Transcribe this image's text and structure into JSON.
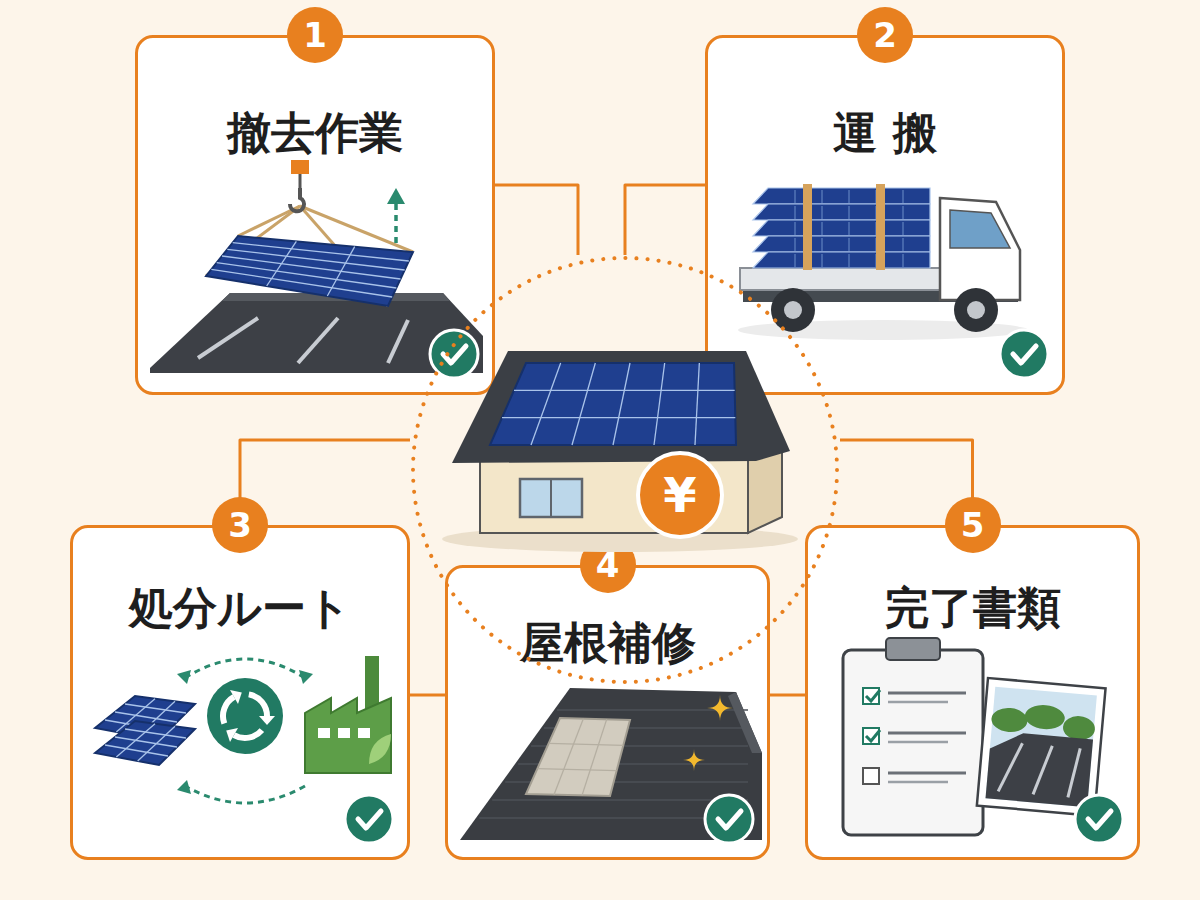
{
  "diagram": {
    "nodes": [
      {
        "text": [
          "1",
          "撤去作業"
        ]
      },
      {
        "text": [
          "2",
          "運 搬"
        ]
      },
      {
        "text": [
          "3",
          "処分ルート"
        ]
      },
      {
        "text": [
          "4",
          "屋根補修"
        ]
      },
      {
        "text": [
          "5",
          "完了書類"
        ]
      },
      {
        "text": [
          "¥"
        ]
      }
    ],
    "edges": [
      {
        "from": 0,
        "to": 5,
        "arrow": "none"
      },
      {
        "from": 1,
        "to": 5,
        "arrow": "none"
      },
      {
        "from": 2,
        "to": 5,
        "arrow": "none"
      },
      {
        "from": 4,
        "to": 5,
        "arrow": "none"
      },
      {
        "from": 2,
        "to": 3,
        "arrow": "none"
      },
      {
        "from": 3,
        "to": 4,
        "arrow": "none"
      }
    ]
  }
}
